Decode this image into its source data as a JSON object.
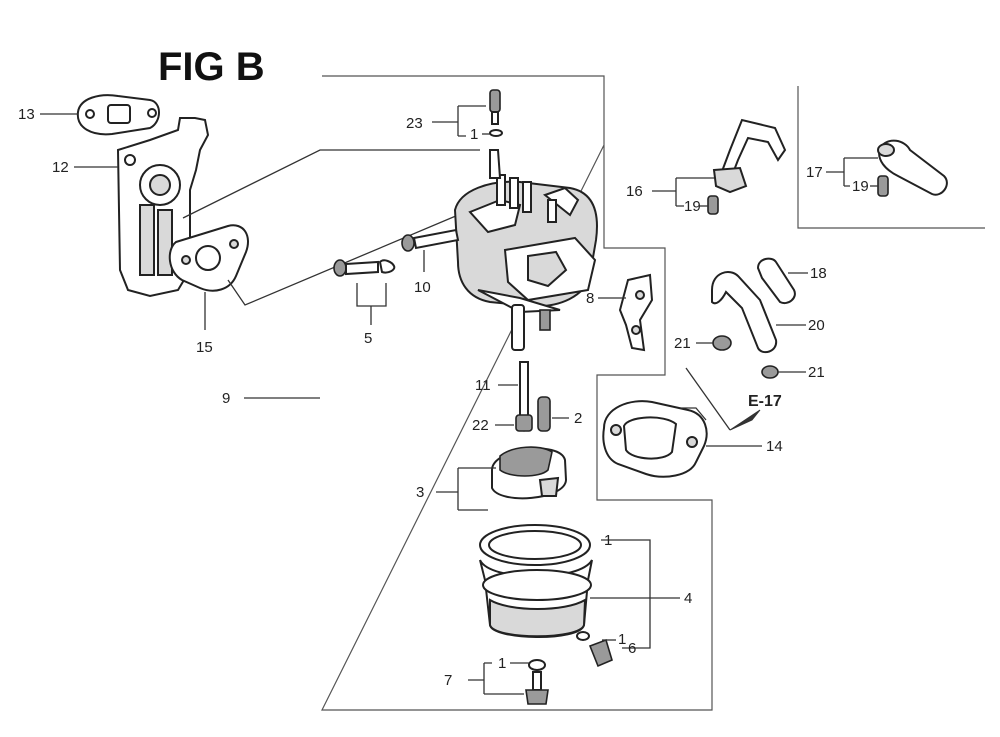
{
  "figure": {
    "title": "FIG B"
  },
  "refs": {
    "r1a": "1",
    "r1b": "1",
    "r1c": "1",
    "r1d": "1",
    "r2": "2",
    "r3": "3",
    "r4": "4",
    "r5": "5",
    "r6": "6",
    "r7": "7",
    "r8": "8",
    "r9": "9",
    "r10": "10",
    "r11": "11",
    "r12": "12",
    "r13": "13",
    "r14": "14",
    "r15": "15",
    "r16": "16",
    "r17": "17",
    "r18": "18",
    "r19a": "19",
    "r19b": "19",
    "r20": "20",
    "r21a": "21",
    "r21b": "21",
    "r22": "22",
    "r23": "23"
  },
  "crossref": {
    "label": "E-17"
  }
}
